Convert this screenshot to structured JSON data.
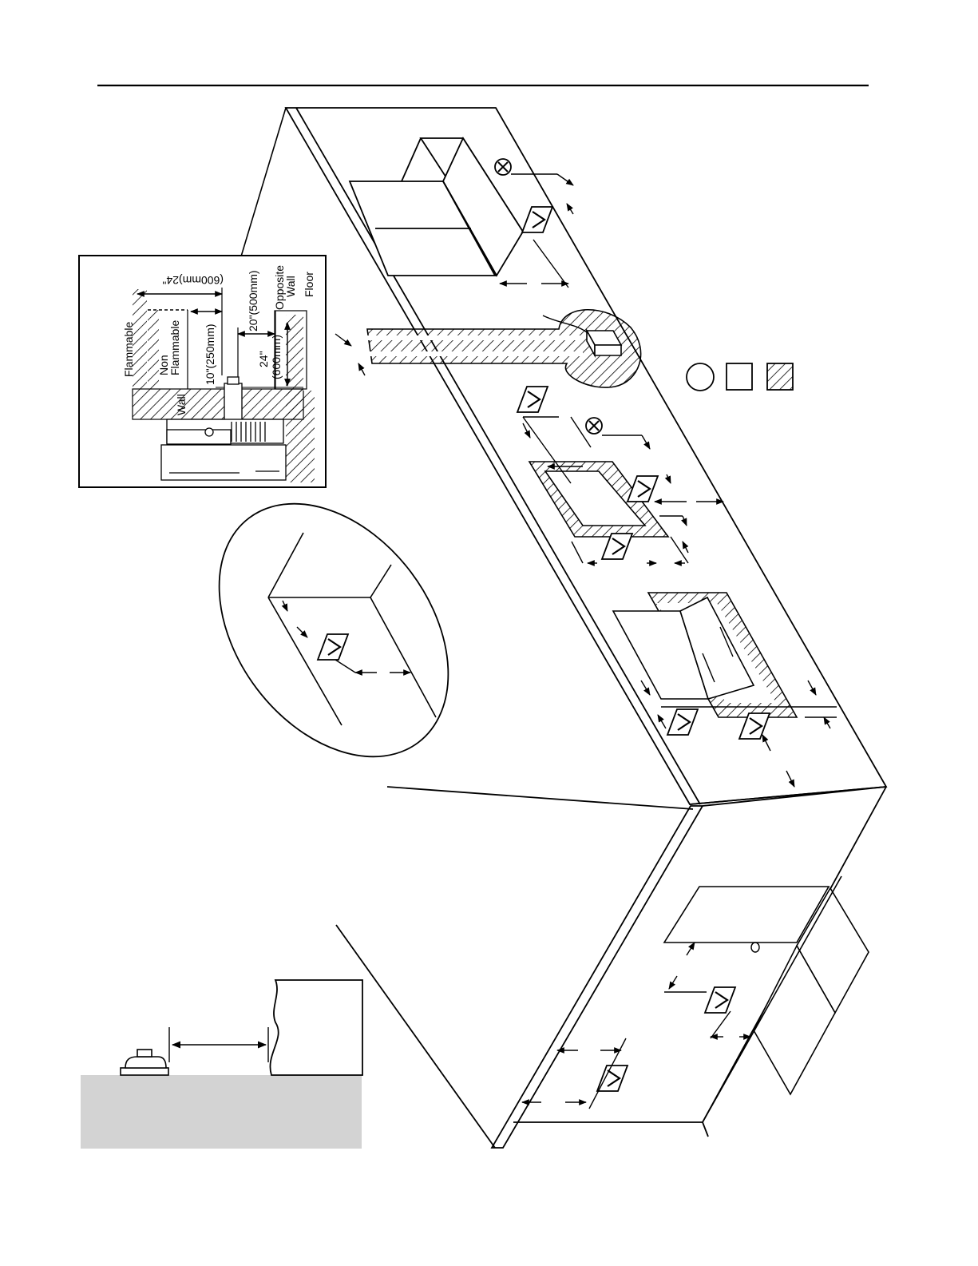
{
  "inset": {
    "labels": {
      "flammable": "Flammable",
      "non": "Non",
      "non_flammable": "Flammable",
      "wall": "Wall",
      "opposite": "Opposite",
      "opposite_wall": "Wall",
      "floor": "Floor"
    },
    "dimensions": {
      "d600_top": "(600mm)24\"",
      "d250": "10\"(250mm)",
      "d500": "20\"(500mm)",
      "d24": "24\"",
      "d600mm": "(600mm)"
    }
  },
  "legend": [
    {
      "shape": "circle",
      "name": "circle-symbol"
    },
    {
      "shape": "square",
      "name": "square-symbol"
    },
    {
      "shape": "hatched-square",
      "name": "hatched-square-symbol"
    }
  ],
  "colors": {
    "line": "#000000",
    "floor_fill": "#d3d3d3",
    "background": "#ffffff"
  }
}
